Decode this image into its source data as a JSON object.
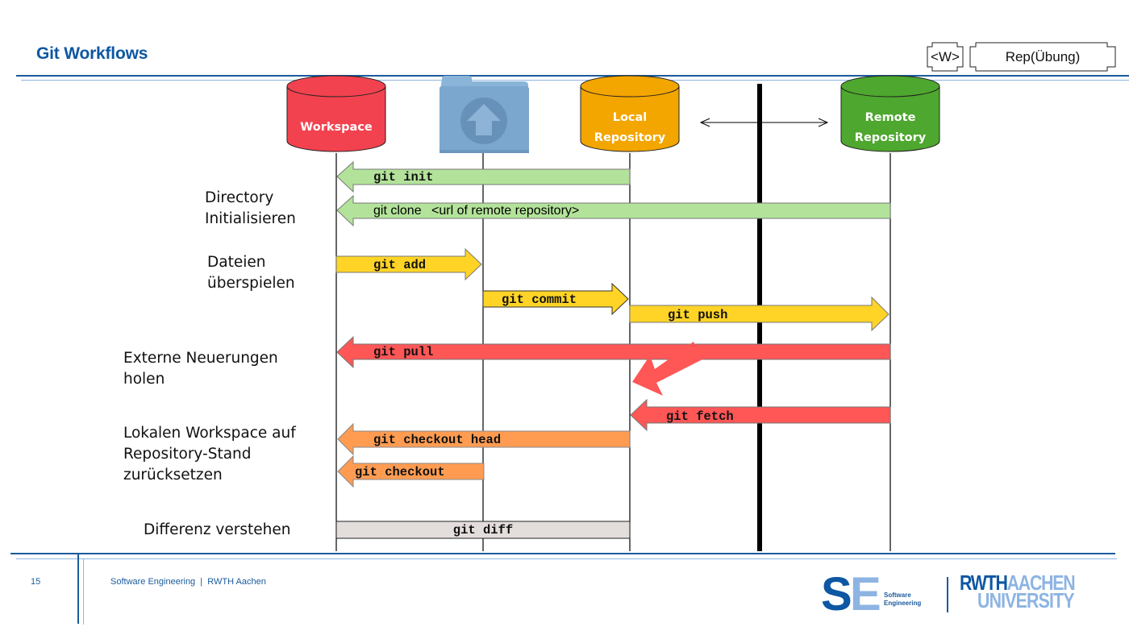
{
  "header": {
    "title": "Git Workflows",
    "tags": [
      "<W>",
      "Rep(Übung)"
    ]
  },
  "lanes": [
    {
      "id": "workspace",
      "label_lines": [
        "Workspace"
      ],
      "color": "#f2424f",
      "shape": "cylinder"
    },
    {
      "id": "staging",
      "label_lines": [],
      "color": "#7ba7cf",
      "shape": "folder-upload-icon"
    },
    {
      "id": "local",
      "label_lines": [
        "Local",
        "Repository"
      ],
      "color": "#f3a500",
      "shape": "cylinder"
    },
    {
      "id": "remote",
      "label_lines": [
        "Remote",
        "Repository"
      ],
      "color": "#4ea72e",
      "shape": "cylinder"
    }
  ],
  "row_labels": [
    {
      "id": "init",
      "lines": [
        "Directory",
        "Initialisieren"
      ]
    },
    {
      "id": "transfer",
      "lines": [
        "Dateien",
        "überspielen"
      ]
    },
    {
      "id": "external",
      "lines": [
        "Externe Neuerungen",
        "holen"
      ]
    },
    {
      "id": "reset",
      "lines": [
        "Lokalen Workspace auf",
        "Repository-Stand",
        "zurücksetzen"
      ]
    },
    {
      "id": "diff",
      "lines": [
        "Differenz  verstehen"
      ]
    }
  ],
  "commands": [
    {
      "id": "git-init",
      "cmd": "git init",
      "arg": "",
      "from": "local",
      "to": "workspace",
      "color": "#b3e39a"
    },
    {
      "id": "git-clone",
      "cmd": "git clone",
      "arg": "<url of remote repository>",
      "from": "remote",
      "to": "workspace",
      "color": "#b3e39a"
    },
    {
      "id": "git-add",
      "cmd": "git add",
      "arg": "",
      "from": "workspace",
      "to": "staging",
      "color": "#ffd426"
    },
    {
      "id": "git-commit",
      "cmd": "git commit",
      "arg": "",
      "from": "staging",
      "to": "local",
      "color": "#ffd426"
    },
    {
      "id": "git-push",
      "cmd": "git push",
      "arg": "",
      "from": "local",
      "to": "remote",
      "color": "#ffd426"
    },
    {
      "id": "git-pull",
      "cmd": "git pull",
      "arg": "",
      "from": "remote",
      "to": "workspace",
      "color": "#ff5656"
    },
    {
      "id": "git-fetch",
      "cmd": "git fetch",
      "arg": "",
      "from": "remote",
      "to": "local",
      "color": "#ff5656"
    },
    {
      "id": "git-checkout-head",
      "cmd": "git checkout head",
      "arg": "",
      "from": "local",
      "to": "workspace",
      "color": "#ff9c52"
    },
    {
      "id": "git-checkout",
      "cmd": "git checkout",
      "arg": "",
      "from": "staging",
      "to": "workspace",
      "color": "#ff9c52"
    },
    {
      "id": "git-diff",
      "cmd": "git diff",
      "arg": "",
      "from": "workspace",
      "to": "local",
      "color": "#e3dedc"
    }
  ],
  "footer": {
    "page_number": "15",
    "text": "Software Engineering  |  RWTH Aachen",
    "logo_se": {
      "letters": "SE",
      "sub": [
        "Software",
        "Engineering"
      ]
    },
    "logo_rwth": {
      "line1a": "RWTH",
      "line1b": "AACHEN",
      "line2": "UNIVERSITY"
    }
  },
  "colors": {
    "brand_blue": "#0d57a3",
    "light_blue": "#8db4e2"
  }
}
